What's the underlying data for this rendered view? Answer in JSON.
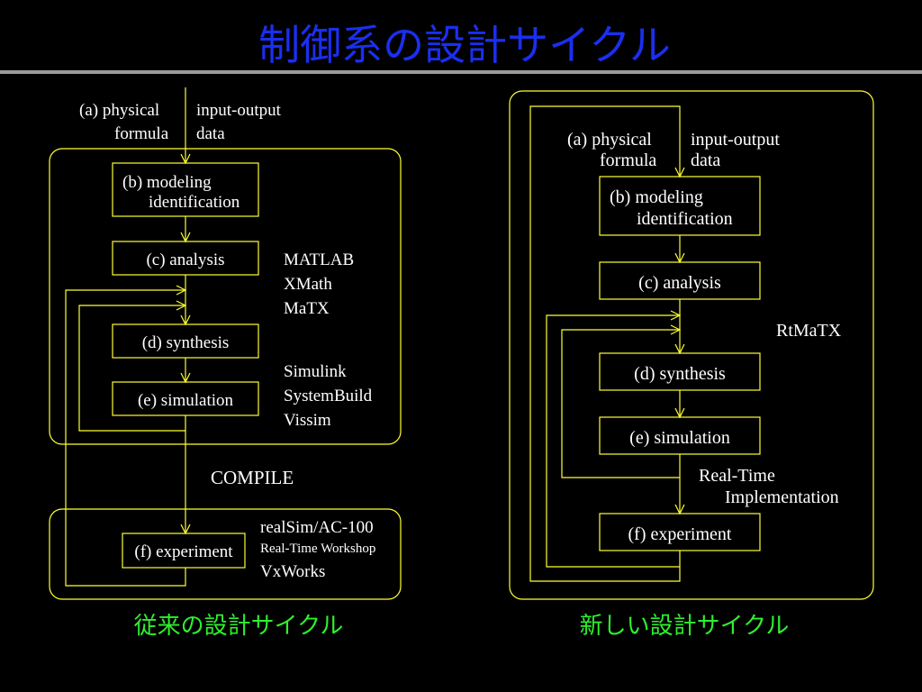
{
  "title": "制御系の設計サイクル",
  "colors": {
    "title": "#1a2ff0",
    "caption": "#2ef02e",
    "line": "#ffff33",
    "text": "#ffffff",
    "rule": "#9a9a9a",
    "background": "#000000"
  },
  "left": {
    "caption": "従来の設計サイクル",
    "input_a": {
      "line1": "(a)  physical",
      "line2": "formula"
    },
    "input_data": {
      "line1": "input-output",
      "line2": "data"
    },
    "box_b": {
      "line1": "(b) modeling",
      "line2": "identification"
    },
    "box_c": "(c)  analysis",
    "box_d": "(d)  synthesis",
    "box_e": "(e) simulation",
    "box_f": "(f) experiment",
    "tools_analysis": [
      "MATLAB",
      "XMath",
      "MaTX"
    ],
    "tools_simulation": [
      "Simulink",
      "SystemBuild",
      "Vissim"
    ],
    "compile": "COMPILE",
    "tools_rt": {
      "line1": "realSim/AC-100",
      "line2": "Real-Time Workshop",
      "line3": "VxWorks"
    }
  },
  "right": {
    "caption": "新しい設計サイクル",
    "input_a": {
      "line1": "(a) physical",
      "line2": "formula"
    },
    "input_data": {
      "line1": "input-output",
      "line2": "data"
    },
    "box_b": {
      "line1": "(b) modeling",
      "line2": "identification"
    },
    "box_c": "(c)  analysis",
    "box_d": "(d) synthesis",
    "box_e": "(e) simulation",
    "box_f": "(f) experiment",
    "tool": "RtMaTX",
    "rt_impl": {
      "line1": "Real-Time",
      "line2": "Implementation"
    }
  }
}
